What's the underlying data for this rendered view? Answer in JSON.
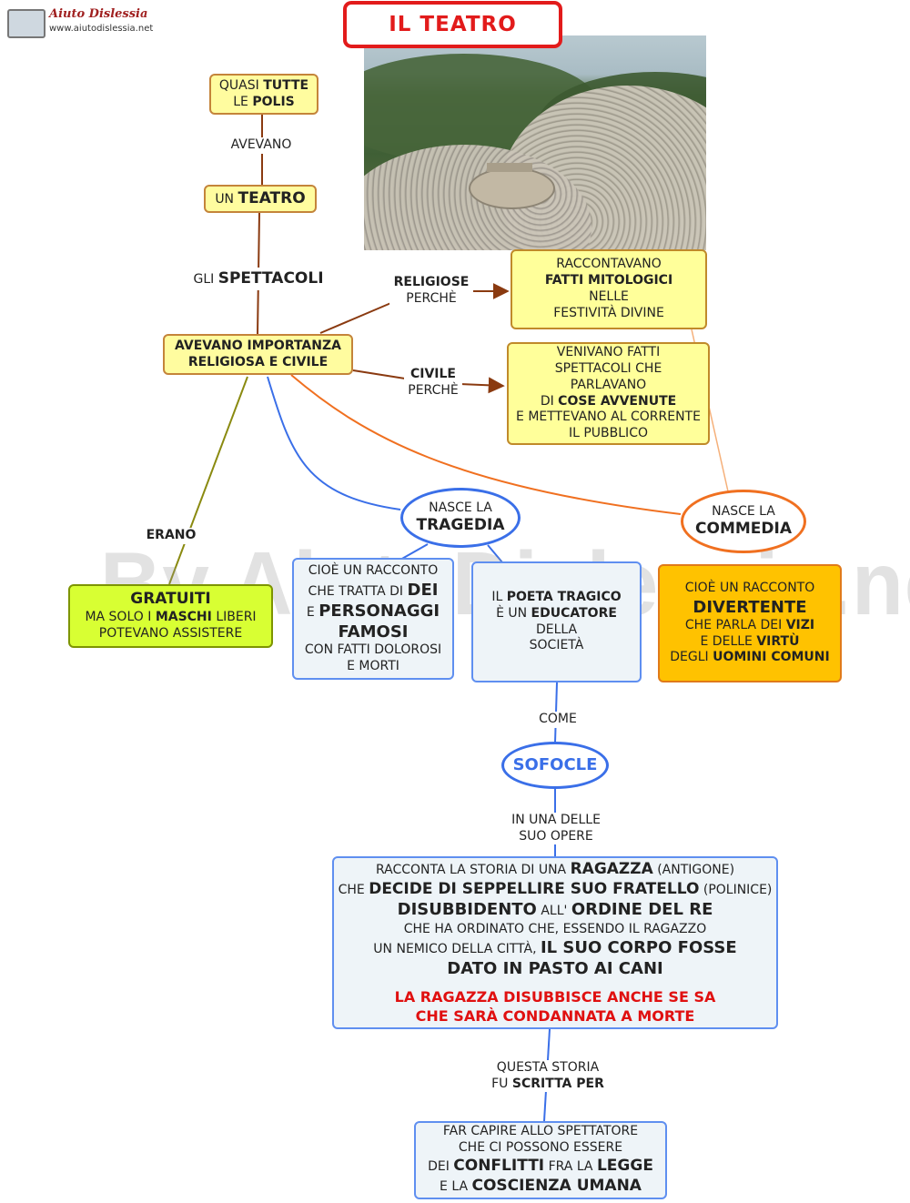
{
  "logo": {
    "name": "Aiuto Dislessia",
    "url": "www.aiutodislessia.net"
  },
  "title": "IL TEATRO",
  "watermark": "By AiutoDislessia.net",
  "nodes": {
    "polis": [
      "QUASI ",
      "TUTTE",
      "LE ",
      "POLIS"
    ],
    "teatro": [
      "UN ",
      "TEATRO"
    ],
    "importanza": [
      "AVEVANO IMPORTANZA",
      "RELIGIOSA E CIVILE"
    ],
    "mitologici": [
      "RACCONTAVANO",
      "FATTI MITOLOGICI",
      "NELLE",
      "FESTIVITÀ DIVINE"
    ],
    "avvenute": [
      "VENIVANO FATTI",
      "SPETTACOLI CHE",
      "PARLAVANO",
      "DI ",
      "COSE AVVENUTE",
      "E METTEVANO AL CORRENTE",
      "IL PUBBLICO"
    ],
    "gratuiti": [
      "GRATUITI",
      "MA SOLO I ",
      "MASCHI",
      " LIBERI",
      "POTEVANO ASSISTERE"
    ],
    "tragedia_def": [
      "CIOÈ UN RACCONTO",
      "CHE TRATTA DI ",
      "DEI",
      "E ",
      "PERSONAGGI",
      "FAMOSI",
      "CON FATTI DOLOROSI",
      "E MORTI"
    ],
    "poeta": [
      "IL ",
      "POETA TRAGICO",
      "È UN ",
      "EDUCATORE",
      "DELLA",
      "SOCIETÀ"
    ],
    "commedia_def": [
      "CIOÈ UN RACCONTO",
      "DIVERTENTE",
      "CHE PARLA DEI ",
      "VIZI",
      "E DELLE ",
      "VIRTÙ",
      "DEGLI ",
      "UOMINI COMUNI"
    ],
    "antigone": [
      "RACCONTA LA STORIA DI UNA ",
      "RAGAZZA",
      " (ANTIGONE)",
      "CHE ",
      "DECIDE DI SEPPELLIRE SUO FRATELLO",
      " (POLINICE)",
      "DISUBBIDENTO",
      " ALL' ",
      "ORDINE DEL RE",
      "CHE HA ORDINATO CHE, ESSENDO IL RAGAZZO",
      "UN NEMICO DELLA CITTÀ,  ",
      "IL SUO CORPO FOSSE",
      "DATO IN PASTO AI CANI",
      "LA RAGAZZA DISUBBISCE ANCHE SE SA",
      "CHE SARÀ CONDANNATA A MORTE"
    ],
    "conflitti": [
      "FAR CAPIRE ALLO SPETTATORE",
      "CHE CI POSSONO ESSERE",
      "DEI ",
      "CONFLITTI",
      " FRA LA ",
      "LEGGE",
      "E LA ",
      "COSCIENZA UMANA"
    ]
  },
  "ellipses": {
    "tragedia": [
      "NASCE LA",
      "TRAGEDIA"
    ],
    "commedia": [
      "NASCE LA",
      "COMMEDIA"
    ],
    "sofocle": "SOFOCLE"
  },
  "labels": {
    "avevano": "AVEVANO",
    "spettacoli": [
      "GLI ",
      "SPETTACOLI"
    ],
    "religiose": [
      "RELIGIOSE",
      "PERCHÈ"
    ],
    "civile": [
      "CIVILE",
      "PERCHÈ"
    ],
    "erano": "ERANO",
    "come": "COME",
    "opere": [
      "IN UNA DELLE",
      "SUO OPERE"
    ],
    "storia": [
      "QUESTA STORIA",
      "FU ",
      "SCRITTA PER"
    ]
  },
  "colors": {
    "title_border": "#e21b1b",
    "title_text": "#e21b1b",
    "brown_link": "#8a3a10",
    "blue_link": "#3a6fe8",
    "orange_link": "#f07020",
    "olive_link": "#8a8a10",
    "sofocle_text": "#3a6fe8"
  }
}
